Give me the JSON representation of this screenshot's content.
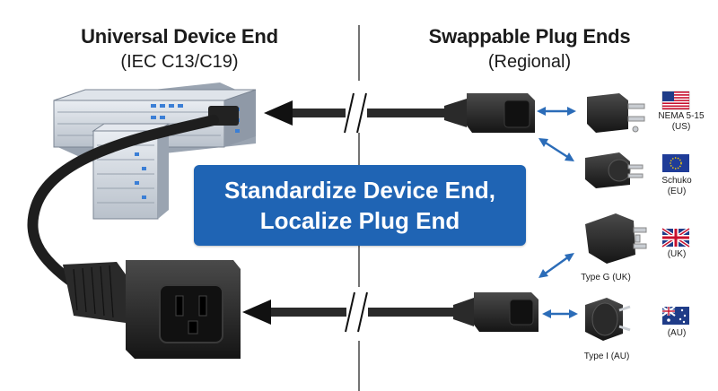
{
  "left_heading": {
    "title": "Universal Device End",
    "subtitle": "(IEC C13/C19)"
  },
  "right_heading": {
    "title": "Swappable Plug Ends",
    "subtitle": "(Regional)"
  },
  "banner": {
    "line1": "Standardize Device End,",
    "line2": "Localize Plug End"
  },
  "plugs": [
    {
      "name": "NEMA 5-15",
      "region": "(US)",
      "flag": "us-flag"
    },
    {
      "name": "Schuko",
      "region": "(EU)",
      "flag": "eu-flag"
    },
    {
      "name": "Type G (UK)",
      "region": "(UK)",
      "flag": "uk-flag"
    },
    {
      "name": "Type I (AU)",
      "region": "(AU)",
      "flag": "au-flag"
    }
  ],
  "colors": {
    "banner": "#1f64b4",
    "arrow_blue": "#2b6cb8",
    "cable": "#2a2a2a"
  }
}
